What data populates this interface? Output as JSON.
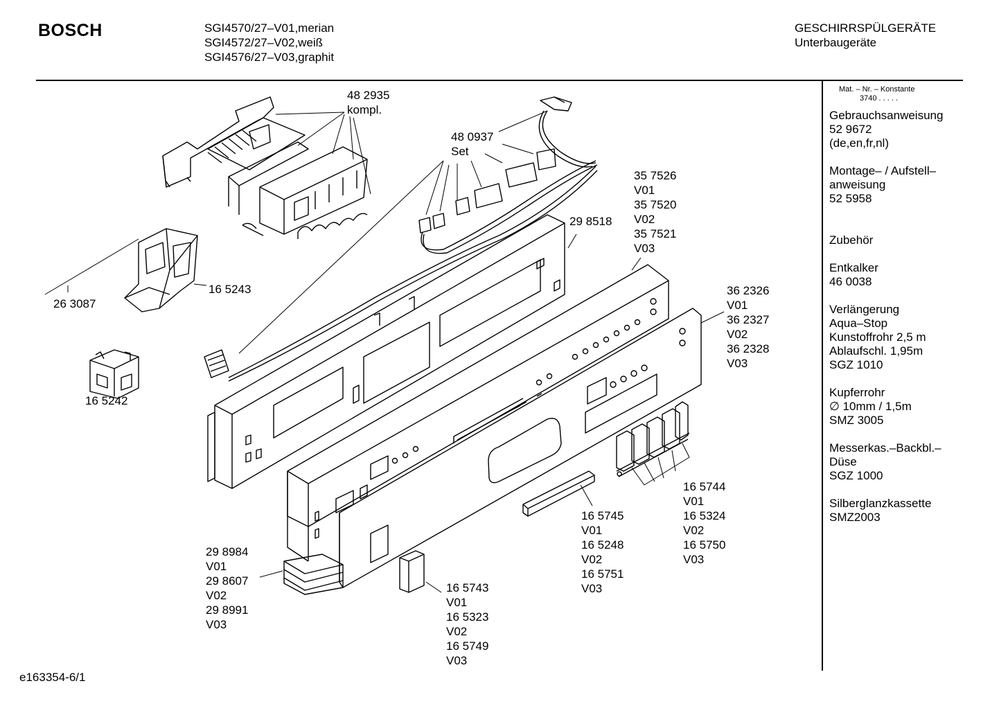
{
  "header": {
    "brand": "BOSCH",
    "models": [
      "SGI4570/27–V01,merian",
      "SGI4572/27–V02,weiß",
      "SGI4576/27–V03,graphit"
    ],
    "category": "GESCHIRRSPÜLGERÄTE",
    "subcategory": "Unterbaugeräte"
  },
  "sidebar": {
    "mat_label": "Mat. – Nr. – Konstante",
    "mat_value": "3740  .  .  .  .  .",
    "groups": [
      [
        "Gebrauchsanweisung",
        "52 9672",
        "(de,en,fr,nl)"
      ],
      [
        "Montage– / Aufstell–",
        "anweisung",
        "52 5958"
      ],
      [
        "Zubehör"
      ],
      [
        "Entkalker",
        "46 0038"
      ],
      [
        "Verlängerung",
        "Aqua–Stop",
        "Kunstoffrohr 2,5 m",
        "Ablaufschl. 1,95m",
        "SGZ 1010"
      ],
      [
        "Kupferrohr",
        "∅ 10mm / 1,5m",
        "SMZ 3005"
      ],
      [
        "Messerkas.–Backbl.–",
        "Düse",
        "SGZ 1000"
      ],
      [
        "Silberglanzkassette",
        "SMZ2003"
      ]
    ]
  },
  "parts": {
    "p482935": [
      "48 2935",
      "kompl."
    ],
    "p480937": [
      "48 0937",
      "Set"
    ],
    "p263087": [
      "26 3087"
    ],
    "p165243": [
      "16 5243"
    ],
    "p165242": [
      "16 5242"
    ],
    "p298518": [
      "29 8518"
    ],
    "p357526": [
      "35 7526",
      "V01",
      "35 7520",
      "V02",
      "35 7521",
      "V03"
    ],
    "p362326": [
      "36 2326",
      "V01",
      "36 2327",
      "V02",
      "36 2328",
      "V03"
    ],
    "p165744": [
      "16 5744",
      "V01",
      "16 5324",
      "V02",
      "16 5750",
      "V03"
    ],
    "p165745": [
      "16 5745",
      "V01",
      "16 5248",
      "V02",
      "16 5751",
      "V03"
    ],
    "p298984": [
      "29 8984",
      "V01",
      "29 8607",
      "V02",
      "29 8991",
      "V03"
    ],
    "p165743": [
      "16 5743",
      "V01",
      "16 5323",
      "V02",
      "16 5749",
      "V03"
    ]
  },
  "footer": {
    "code": "e163354-6/1"
  }
}
